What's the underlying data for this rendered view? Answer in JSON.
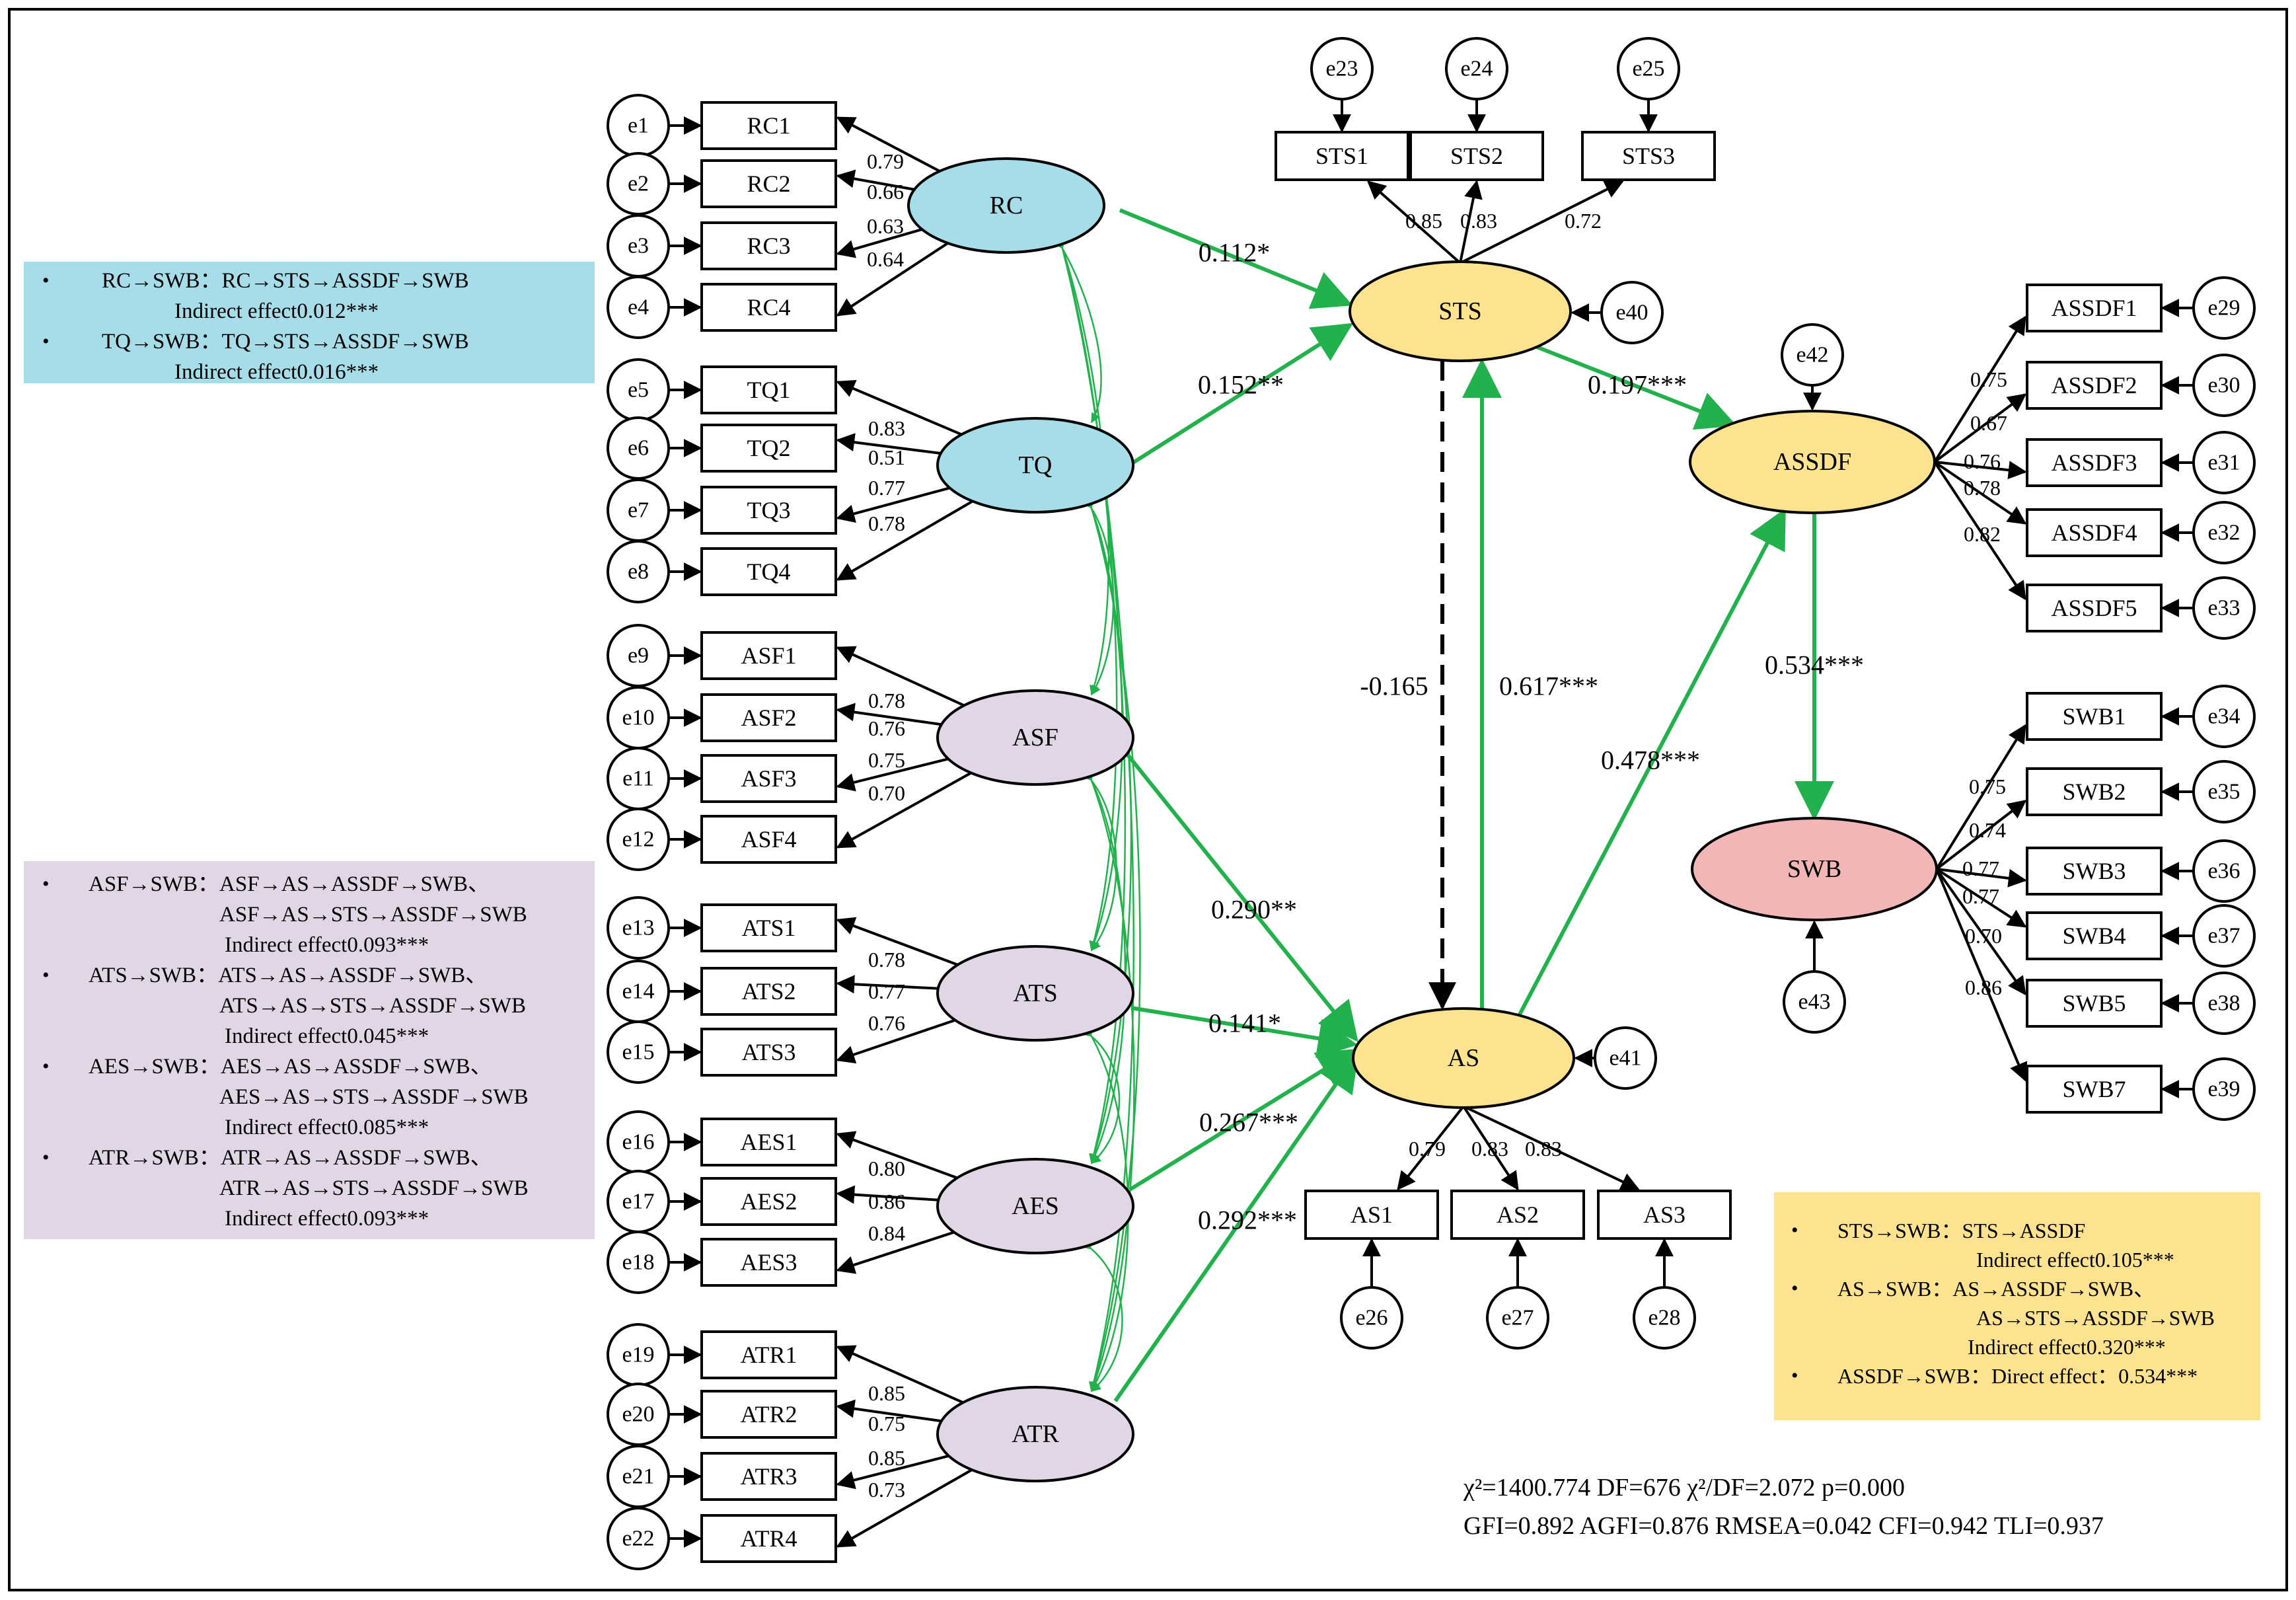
{
  "nodes": {
    "latent": [
      {
        "id": "RC",
        "label": "RC",
        "color": "#a6dde8"
      },
      {
        "id": "TQ",
        "label": "TQ",
        "color": "#a6dde8"
      },
      {
        "id": "ASF",
        "label": "ASF",
        "color": "#e0d6e6"
      },
      {
        "id": "ATS",
        "label": "ATS",
        "color": "#e0d6e6"
      },
      {
        "id": "AES",
        "label": "AES",
        "color": "#e0d6e6"
      },
      {
        "id": "ATR",
        "label": "ATR",
        "color": "#e0d6e6"
      },
      {
        "id": "STS",
        "label": "STS",
        "color": "#fde28f"
      },
      {
        "id": "AS",
        "label": "AS",
        "color": "#fde28f"
      },
      {
        "id": "ASSDF",
        "label": "ASSDF",
        "color": "#fde28f"
      },
      {
        "id": "SWB",
        "label": "SWB",
        "color": "#f2b6b6"
      }
    ]
  },
  "measurement": {
    "RC": {
      "items": [
        "RC1",
        "RC2",
        "RC3",
        "RC4"
      ],
      "errors": [
        "e1",
        "e2",
        "e3",
        "e4"
      ],
      "loadings": [
        "0.79",
        "0.66",
        "0.63",
        "0.64"
      ]
    },
    "TQ": {
      "items": [
        "TQ1",
        "TQ2",
        "TQ3",
        "TQ4"
      ],
      "errors": [
        "e5",
        "e6",
        "e7",
        "e8"
      ],
      "loadings": [
        "0.83",
        "0.51",
        "0.77",
        "0.78"
      ]
    },
    "ASF": {
      "items": [
        "ASF1",
        "ASF2",
        "ASF3",
        "ASF4"
      ],
      "errors": [
        "e9",
        "e10",
        "e11",
        "e12"
      ],
      "loadings": [
        "0.78",
        "0.76",
        "0.75",
        "0.70"
      ]
    },
    "ATS": {
      "items": [
        "ATS1",
        "ATS2",
        "ATS3"
      ],
      "errors": [
        "e13",
        "e14",
        "e15"
      ],
      "loadings": [
        "0.78",
        "0.77",
        "0.76"
      ]
    },
    "AES": {
      "items": [
        "AES1",
        "AES2",
        "AES3"
      ],
      "errors": [
        "e16",
        "e17",
        "e18"
      ],
      "loadings": [
        "0.80",
        "0.86",
        "0.84"
      ]
    },
    "ATR": {
      "items": [
        "ATR1",
        "ATR2",
        "ATR3",
        "ATR4"
      ],
      "errors": [
        "e19",
        "e20",
        "e21",
        "e22"
      ],
      "loadings": [
        "0.85",
        "0.75",
        "0.85",
        "0.73"
      ]
    },
    "STS": {
      "items": [
        "STS1",
        "STS2",
        "STS3"
      ],
      "errors": [
        "e23",
        "e24",
        "e25"
      ],
      "loadings": [
        "0.85",
        "0.83",
        "0.72"
      ]
    },
    "AS": {
      "items": [
        "AS1",
        "AS2",
        "AS3"
      ],
      "errors": [
        "e26",
        "e27",
        "e28"
      ],
      "loadings": [
        "0.79",
        "0.83",
        "0.83"
      ]
    },
    "ASSDF": {
      "items": [
        "ASSDF1",
        "ASSDF2",
        "ASSDF3",
        "ASSDF4",
        "ASSDF5"
      ],
      "errors": [
        "e29",
        "e30",
        "e31",
        "e32",
        "e33"
      ],
      "loadings": [
        "0.75",
        "0.67",
        "0.76",
        "0.78",
        "0.82"
      ]
    },
    "SWB": {
      "items": [
        "SWB1",
        "SWB2",
        "SWB3",
        "SWB4",
        "SWB5",
        "SWB7"
      ],
      "errors": [
        "e34",
        "e35",
        "e36",
        "e37",
        "e38",
        "e39"
      ],
      "loadings": [
        "0.75",
        "0.74",
        "0.77",
        "0.77",
        "0.70",
        "0.86"
      ]
    }
  },
  "disturbances": {
    "STS": "e40",
    "AS": "e41",
    "ASSDF": "e42",
    "SWB": "e43"
  },
  "paths": [
    {
      "from": "RC",
      "to": "STS",
      "coef": "0.112*",
      "style": "solid"
    },
    {
      "from": "TQ",
      "to": "STS",
      "coef": "0.152**",
      "style": "solid"
    },
    {
      "from": "STS",
      "to": "ASSDF",
      "coef": "0.197***",
      "style": "solid"
    },
    {
      "from": "STS",
      "to": "AS",
      "coef": "-0.165",
      "style": "dashed"
    },
    {
      "from": "AS",
      "to": "STS",
      "coef": "0.617***",
      "style": "solid"
    },
    {
      "from": "AS",
      "to": "ASSDF",
      "coef": "0.478***",
      "style": "solid"
    },
    {
      "from": "ASSDF",
      "to": "SWB",
      "coef": "0.534***",
      "style": "solid"
    },
    {
      "from": "ASF",
      "to": "AS",
      "coef": "0.290**",
      "style": "solid"
    },
    {
      "from": "ATS",
      "to": "AS",
      "coef": "0.141*",
      "style": "solid"
    },
    {
      "from": "AES",
      "to": "AS",
      "coef": "0.267***",
      "style": "solid"
    },
    {
      "from": "ATR",
      "to": "AS",
      "coef": "0.292***",
      "style": "solid"
    }
  ],
  "notes": {
    "blue": [
      [
        "RC→SWB：RC→STS→ASSDF→SWB",
        "Indirect effect0.012***"
      ],
      [
        "TQ→SWB：TQ→STS→ASSDF→SWB",
        "Indirect effect0.016***"
      ]
    ],
    "purple": [
      [
        "ASF→SWB：ASF→AS→ASSDF→SWB、",
        "ASF→AS→STS→ASSDF→SWB",
        "Indirect effect0.093***"
      ],
      [
        "ATS→SWB：ATS→AS→ASSDF→SWB、",
        "ATS→AS→STS→ASSDF→SWB",
        "Indirect effect0.045***"
      ],
      [
        "AES→SWB：AES→AS→ASSDF→SWB、",
        "AES→AS→STS→ASSDF→SWB",
        "Indirect effect0.085***"
      ],
      [
        "ATR→SWB：ATR→AS→ASSDF→SWB、",
        "ATR→AS→STS→ASSDF→SWB",
        "Indirect effect0.093***"
      ]
    ],
    "yellow": [
      [
        "STS→SWB：STS→ASSDF",
        "Indirect effect0.105***"
      ],
      [
        "AS→SWB：AS→ASSDF→SWB、",
        "AS→STS→ASSDF→SWB",
        "Indirect effect0.320***"
      ],
      [
        "ASSDF→SWB：Direct effect：0.534***"
      ]
    ]
  },
  "fit": {
    "line1": "χ²=1400.774  DF=676  χ²/DF=2.072   p=0.000",
    "line2": "GFI=0.892 AGFI=0.876 RMSEA=0.042 CFI=0.942 TLI=0.937"
  },
  "colors": {
    "path": "#22b14c",
    "line": "#000000"
  }
}
